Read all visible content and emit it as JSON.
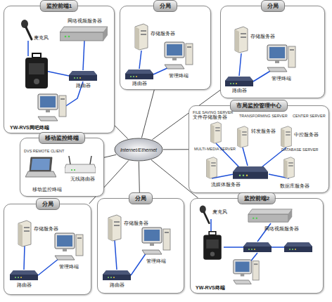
{
  "diagram": {
    "nodes": [
      {
        "text": [
          "监控前端1"
        ]
      },
      {
        "text": [
          "分局"
        ]
      },
      {
        "text": [
          "分局"
        ]
      },
      {
        "text": [
          "市局监控管理中心"
        ]
      },
      {
        "text": [
          "移动监控终端"
        ]
      },
      {
        "text": [
          "Internet/Ethernet"
        ]
      },
      {
        "text": [
          "分局"
        ]
      },
      {
        "text": [
          "分局"
        ]
      },
      {
        "text": [
          "监控前端2"
        ]
      }
    ],
    "edges": [
      {
        "from": 5,
        "to": 0,
        "arrow": "none"
      },
      {
        "from": 5,
        "to": 1,
        "arrow": "none"
      },
      {
        "from": 5,
        "to": 2,
        "arrow": "none"
      },
      {
        "from": 5,
        "to": 3,
        "arrow": "none"
      },
      {
        "from": 5,
        "to": 4,
        "arrow": "none"
      },
      {
        "from": 5,
        "to": 6,
        "arrow": "none"
      },
      {
        "from": 5,
        "to": 7,
        "arrow": "none"
      },
      {
        "from": 5,
        "to": 8,
        "arrow": "none"
      }
    ],
    "labels": [
      "麦克风",
      "网络视频服务器",
      "路由器",
      "YW-RVS网吧终端",
      "存储服务器",
      "管理终端",
      "路由器",
      "存储服务器",
      "管理终端",
      "路由器",
      "FILE SAVING SERVER",
      "文件存储服务器",
      "TRANSFORMING SERVER",
      "转发服务器",
      "CENTER SERVER",
      "中控服务器",
      "MULTI-MEDIA SERVER",
      "流媒体服务器",
      "DATABASE SERVER",
      "数据库服务器",
      "DVS REMOTE CLIENT",
      "无线路由器",
      "移动监控终端",
      "存储服务器",
      "管理终端",
      "路由器",
      "存储服务器",
      "管理终端",
      "路由器",
      "麦克风",
      "网络视频服务器",
      "YW-RVS终端"
    ]
  }
}
